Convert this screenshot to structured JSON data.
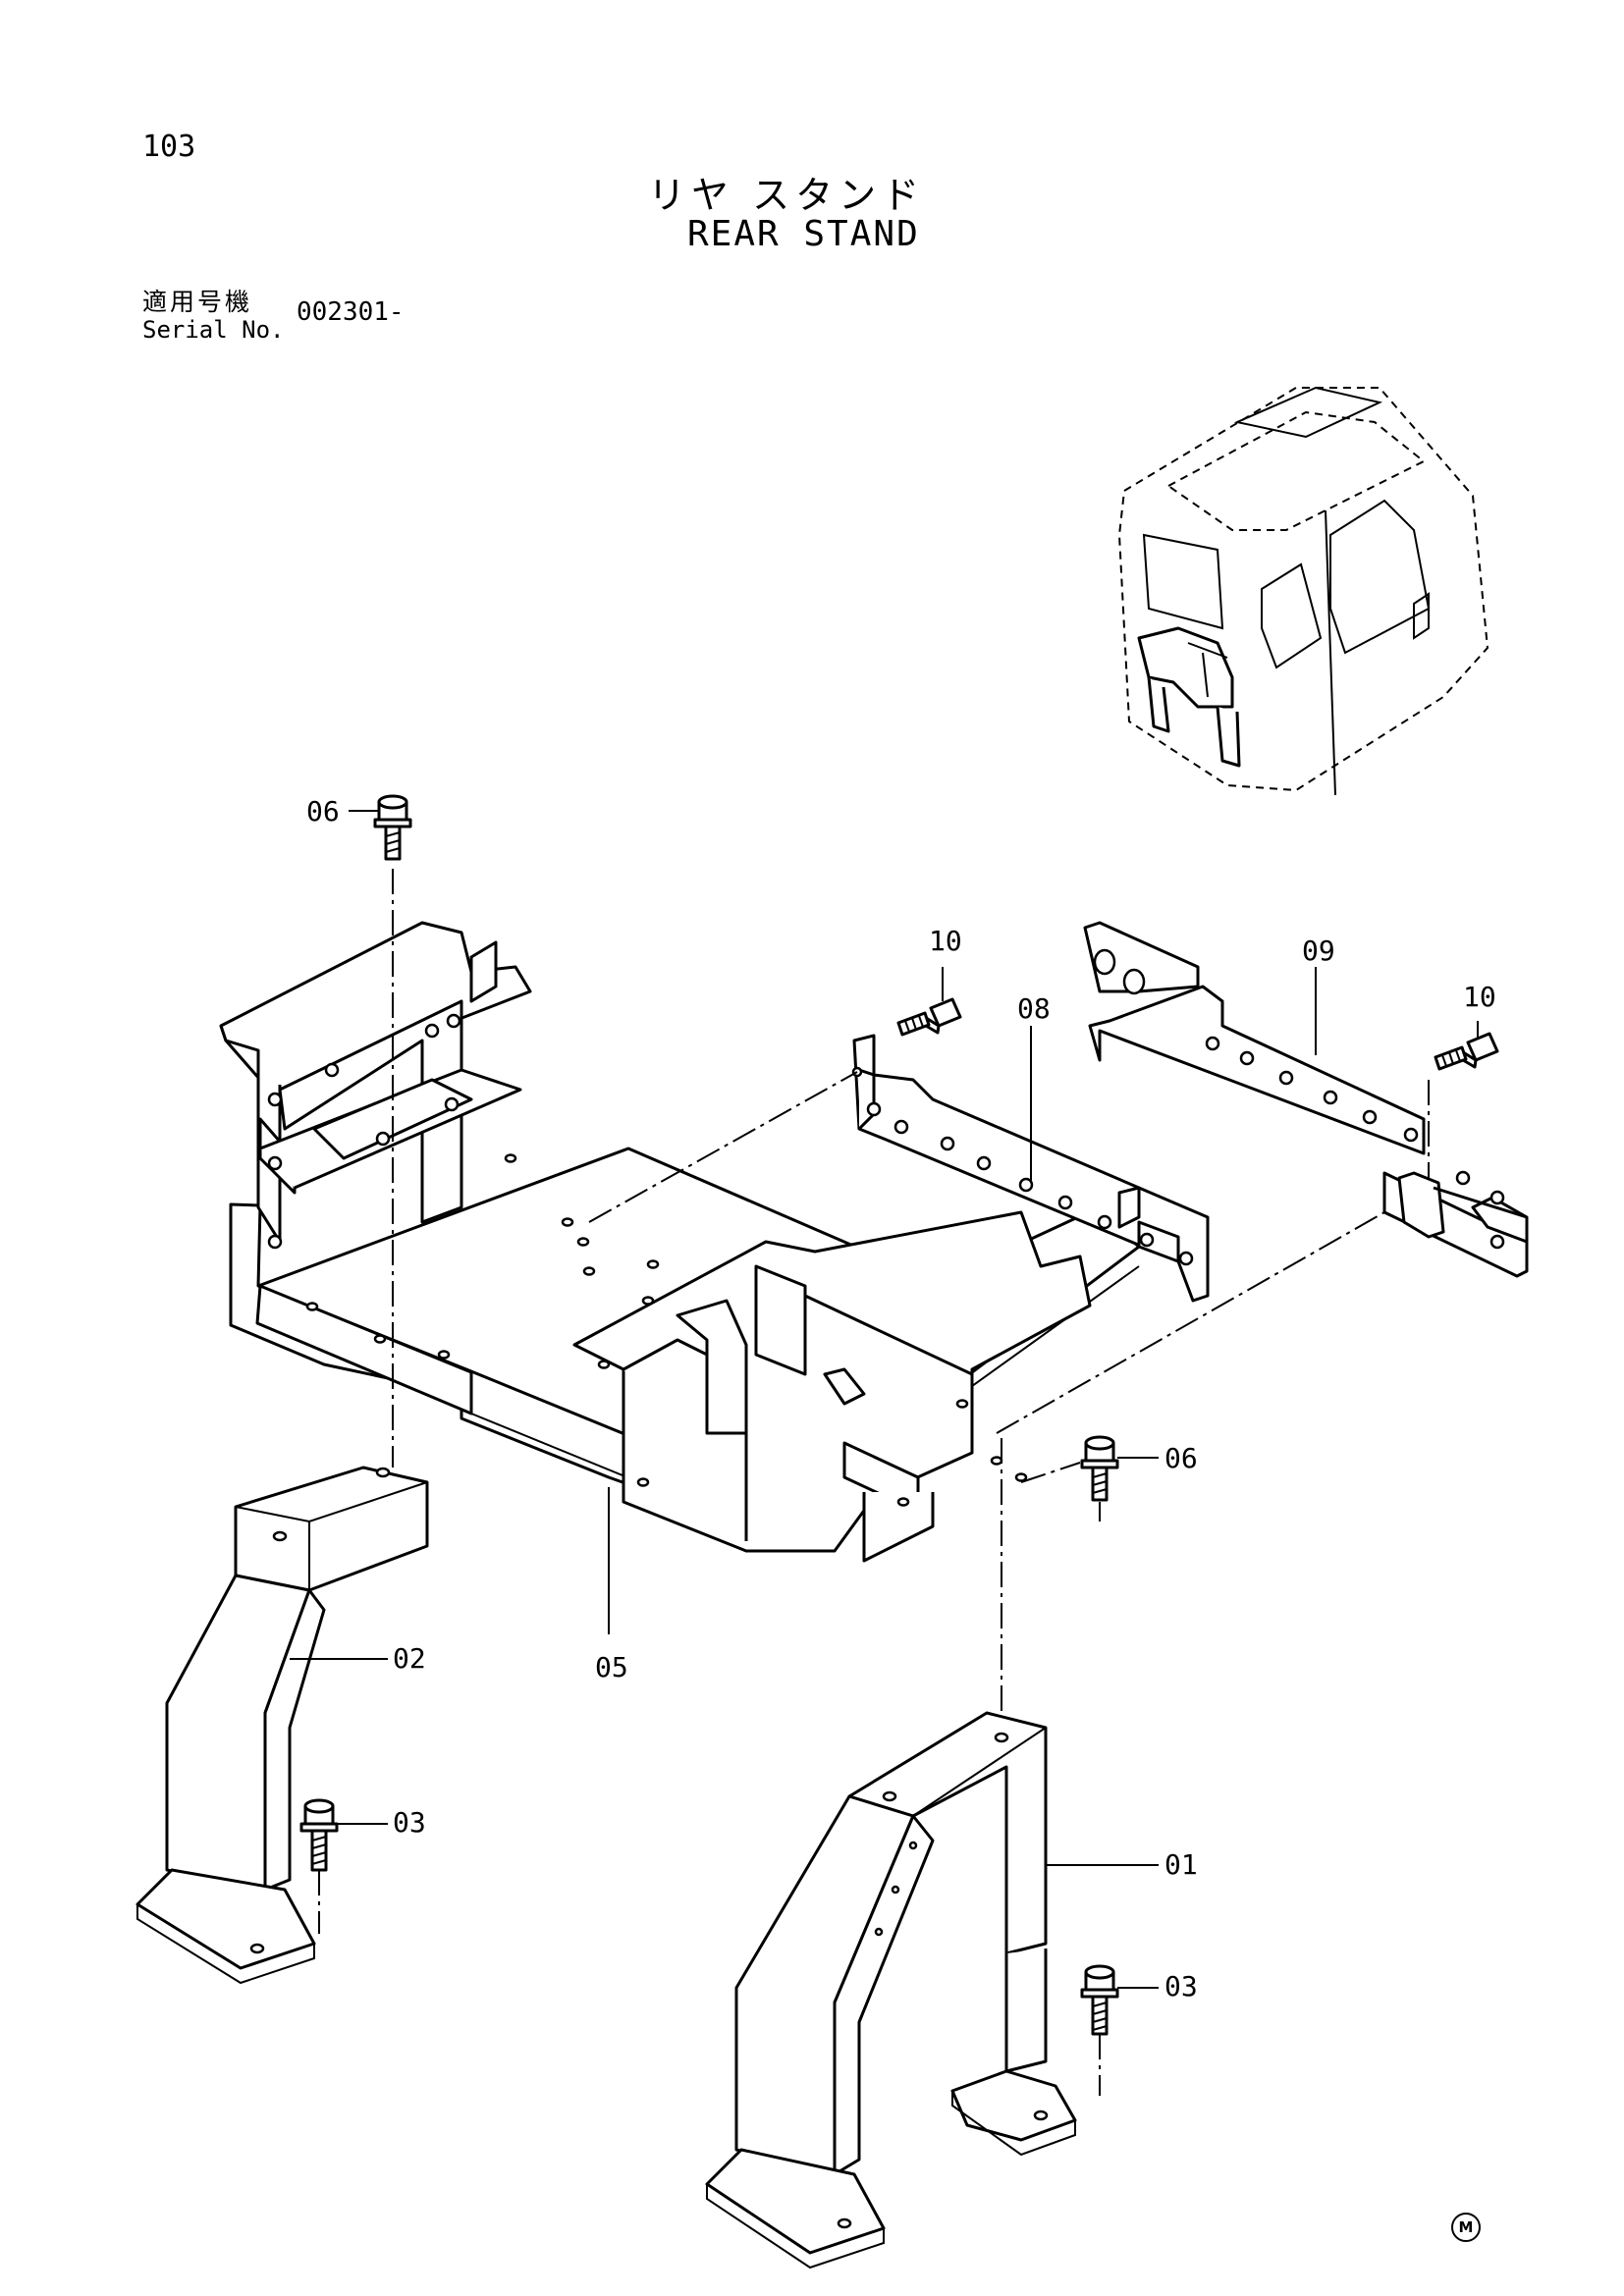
{
  "header": {
    "page_number": "103",
    "title_jp": "リヤ スタンド",
    "title_en": "REAR STAND",
    "serial_label_jp": "適用号機",
    "serial_label_en": "Serial No.",
    "serial_value": "002301-"
  },
  "callouts": {
    "p01": "01",
    "p02": "02",
    "p03_left": "03",
    "p03_right": "03",
    "p05": "05",
    "p06_top": "06",
    "p06_right": "06",
    "p08": "08",
    "p09": "09",
    "p10_left": "10",
    "p10_right": "10"
  },
  "footer": {
    "mark": "M"
  },
  "icons": {
    "cab": "cab-locator-icon",
    "bolt": "flange-bolt-icon"
  }
}
